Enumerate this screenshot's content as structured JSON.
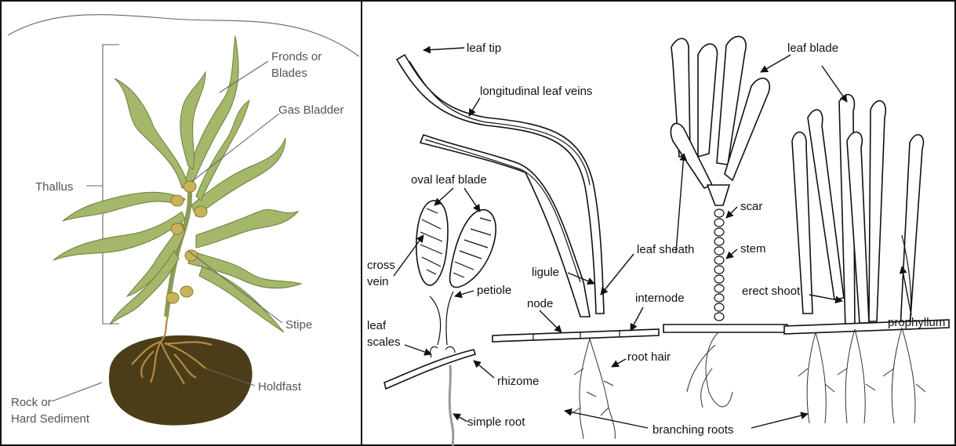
{
  "left_panel": {
    "labels": {
      "fronds": [
        "Fronds or",
        "Blades"
      ],
      "gas_bladder": "Gas Bladder",
      "thallus": "Thallus",
      "stipe": "Stipe",
      "holdfast": "Holdfast",
      "rock": [
        "Rock or",
        "Hard Sediment"
      ]
    },
    "colors": {
      "seaweed": "#a4b76a",
      "seaweed_outline": "#6d7f3c",
      "bladder": "#c7b35a",
      "rock": "#4b3d18",
      "holdfast": "#b58a43"
    }
  },
  "right_panel": {
    "labels": {
      "leaf_tip": "leaf tip",
      "longitudinal_leaf_veins": "longitudinal leaf veins",
      "oval_leaf_blade": "oval leaf blade",
      "cross_vein": [
        "cross",
        "vein"
      ],
      "petiole": "petiole",
      "leaf_scales": [
        "leaf",
        "scales"
      ],
      "rhizome": "rhizome",
      "simple_root": "simple root",
      "ligule": "ligule",
      "node": "node",
      "internode": "internode",
      "root_hair": "root hair",
      "leaf_sheath": "leaf sheath",
      "scar": "scar",
      "stem": "stem",
      "leaf_blade": "leaf blade",
      "erect_shoot": "erect shoot",
      "prophyllum": "prophyllum",
      "branching_roots": "branching roots"
    }
  }
}
